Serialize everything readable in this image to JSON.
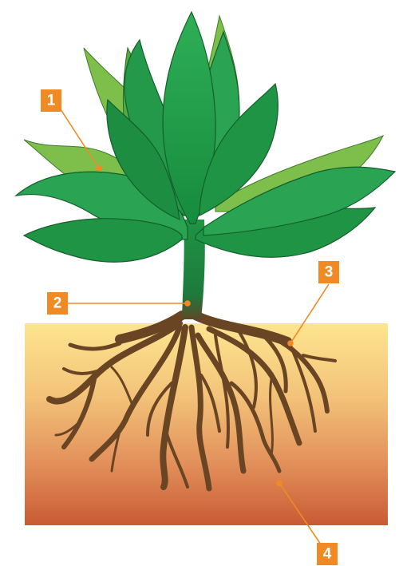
{
  "diagram": {
    "callouts": [
      {
        "number": "1",
        "part": "leaves"
      },
      {
        "number": "2",
        "part": "stem"
      },
      {
        "number": "3",
        "part": "roots"
      },
      {
        "number": "4",
        "part": "soil"
      }
    ]
  },
  "colors": {
    "badge": "#f08a24",
    "leaf_dark": "#1e9a45",
    "leaf_light": "#7dbf4a",
    "root": "#6a4524",
    "soil_top": "#fde58f",
    "soil_bottom": "#c85a34"
  }
}
